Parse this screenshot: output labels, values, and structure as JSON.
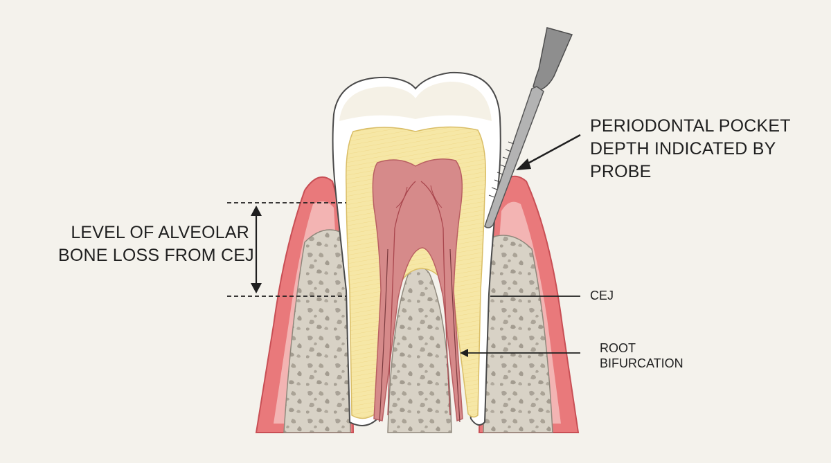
{
  "diagram": {
    "labels": {
      "periodontal_pocket": {
        "lines": [
          "PERIODONTAL POCKET",
          "DEPTH INDICATED BY",
          "PROBE"
        ]
      },
      "bone_loss": {
        "lines": [
          "LEVEL OF ALVEOLAR",
          "BONE LOSS FROM CEJ"
        ]
      },
      "cej": {
        "lines": [
          "CEJ"
        ]
      },
      "root_bifurcation": {
        "lines": [
          "ROOT",
          "BIFURCATION"
        ]
      }
    },
    "colors": {
      "background": "#f4f2ec",
      "gum": "#e9797b",
      "gum_light": "#f3b4b3",
      "bone": "#d8d2c6",
      "bone_spot": "#a9a297",
      "enamel": "#ffffff",
      "dentin": "#f6e7a6",
      "pulp": "#d68a8a",
      "probe": "#9a9a9a",
      "ink": "#1f1f1f"
    }
  }
}
